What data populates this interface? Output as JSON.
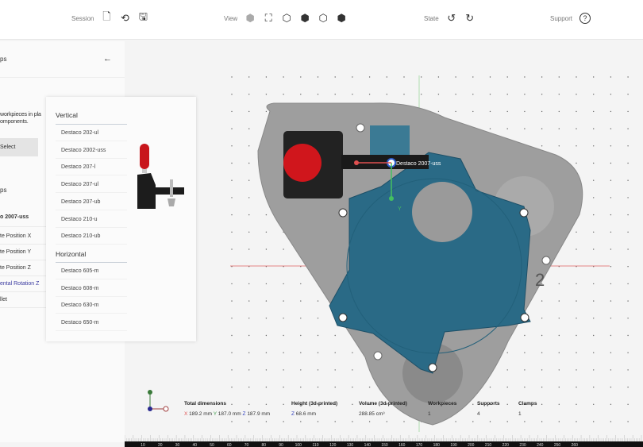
{
  "toolbar": {
    "session": "Session",
    "view": "View",
    "state": "State",
    "support": "Support",
    "session_icons": [
      "new-file-icon",
      "history-icon",
      "save-icon"
    ],
    "view_icons": [
      "shaded-cube-icon",
      "fit-view-icon",
      "iso-view-icon",
      "front-view-icon",
      "side-view-icon",
      "top-view-icon"
    ],
    "state_icons": [
      "undo-icon",
      "redo-icon"
    ],
    "support_icon": "help-icon"
  },
  "left_panel": {
    "title": "ps",
    "back": "←",
    "description_1": "workpieces in pla",
    "description_2": "omponents.",
    "select": "Select",
    "clamps_heading": "ps",
    "selected_clamp": "o 2007-uss",
    "rows": [
      "te Position X",
      "te Position Y",
      "te Position Z",
      "ental Rotation Z",
      "llet"
    ]
  },
  "clamp_menu": {
    "vertical_label": "Vertical",
    "vertical": [
      "Destaco 202-ul",
      "Destaco 2002-uss",
      "Destaco 207-l",
      "Destaco 207-ul",
      "Destaco 207-ub",
      "Destaco 210-u",
      "Destaco 210-ub"
    ],
    "horizontal_label": "Horizontal",
    "horizontal": [
      "Destaco 605-m",
      "Destaco 608-m",
      "Destaco 630-m",
      "Destaco 650-m"
    ]
  },
  "viewport": {
    "clamp_label": "Destaco 2007-uss",
    "axis_label": "Y",
    "part_number": "2"
  },
  "stats": {
    "total_label": "Total dimensions",
    "x_label": "X",
    "x": "189.2 mm",
    "y_label": "Y",
    "y": "187.0 mm",
    "z_label": "Z",
    "z": "187.9 mm",
    "height_label": "Height (3d-printed)",
    "height": "68.6 mm",
    "volume_label": "Volume (3d-printed)",
    "volume": "288.85 cm³",
    "workpieces_label": "Workpieces",
    "workpieces": "1",
    "supports_label": "Supports",
    "supports": "4",
    "clamps_label": "Clamps",
    "clamps": "1"
  },
  "ruler": {
    "ticks": [
      "10",
      "20",
      "30",
      "40",
      "50",
      "60",
      "70",
      "80",
      "90",
      "100",
      "110",
      "120",
      "130",
      "140",
      "150",
      "160",
      "170",
      "180",
      "190",
      "200",
      "210",
      "220",
      "230",
      "240",
      "250",
      "260"
    ]
  },
  "colors": {
    "part": "#2a6a86",
    "base": "#9e9e9e",
    "clamp_red": "#d0161c",
    "x_axis": "#e05050",
    "y_axis": "#44c060",
    "z_axis": "#3040c0"
  }
}
